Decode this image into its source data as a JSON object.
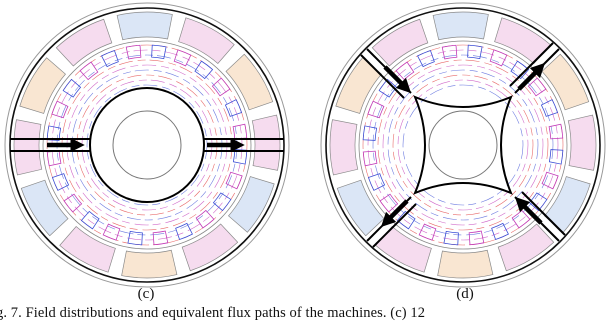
{
  "figure": {
    "panels": [
      {
        "label": "(c)"
      },
      {
        "label": "(d)"
      }
    ],
    "caption": "g. 7. Field distributions and equivalent flux paths of the machines. (c) 12"
  },
  "colors": {
    "slot_blue": "#dbe6f6",
    "slot_pink": "#f6dcef",
    "slot_peach": "#f9e6d2",
    "flux_magenta": "#c23bb8",
    "flux_blue": "#3c4fd6",
    "flux_red": "#e03a3a",
    "outline": "#111111"
  }
}
